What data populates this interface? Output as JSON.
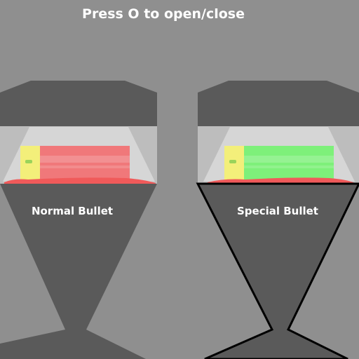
{
  "hud": {
    "hint_text": "Press O to open/close"
  },
  "cards": [
    {
      "label": "Normal Bullet",
      "bullet_color": "#f0787a",
      "selected": false
    },
    {
      "label": "Special Bullet",
      "bullet_color": "#7ef07a",
      "selected": true
    }
  ],
  "colors": {
    "background": "#8f8f8f",
    "frame": "#5a5a5a",
    "window": "#bdbdbd",
    "casing": "#f3ef7a",
    "primer": "#9ad35a",
    "rim": "#f05a5a",
    "selected_outline": "#000000"
  }
}
